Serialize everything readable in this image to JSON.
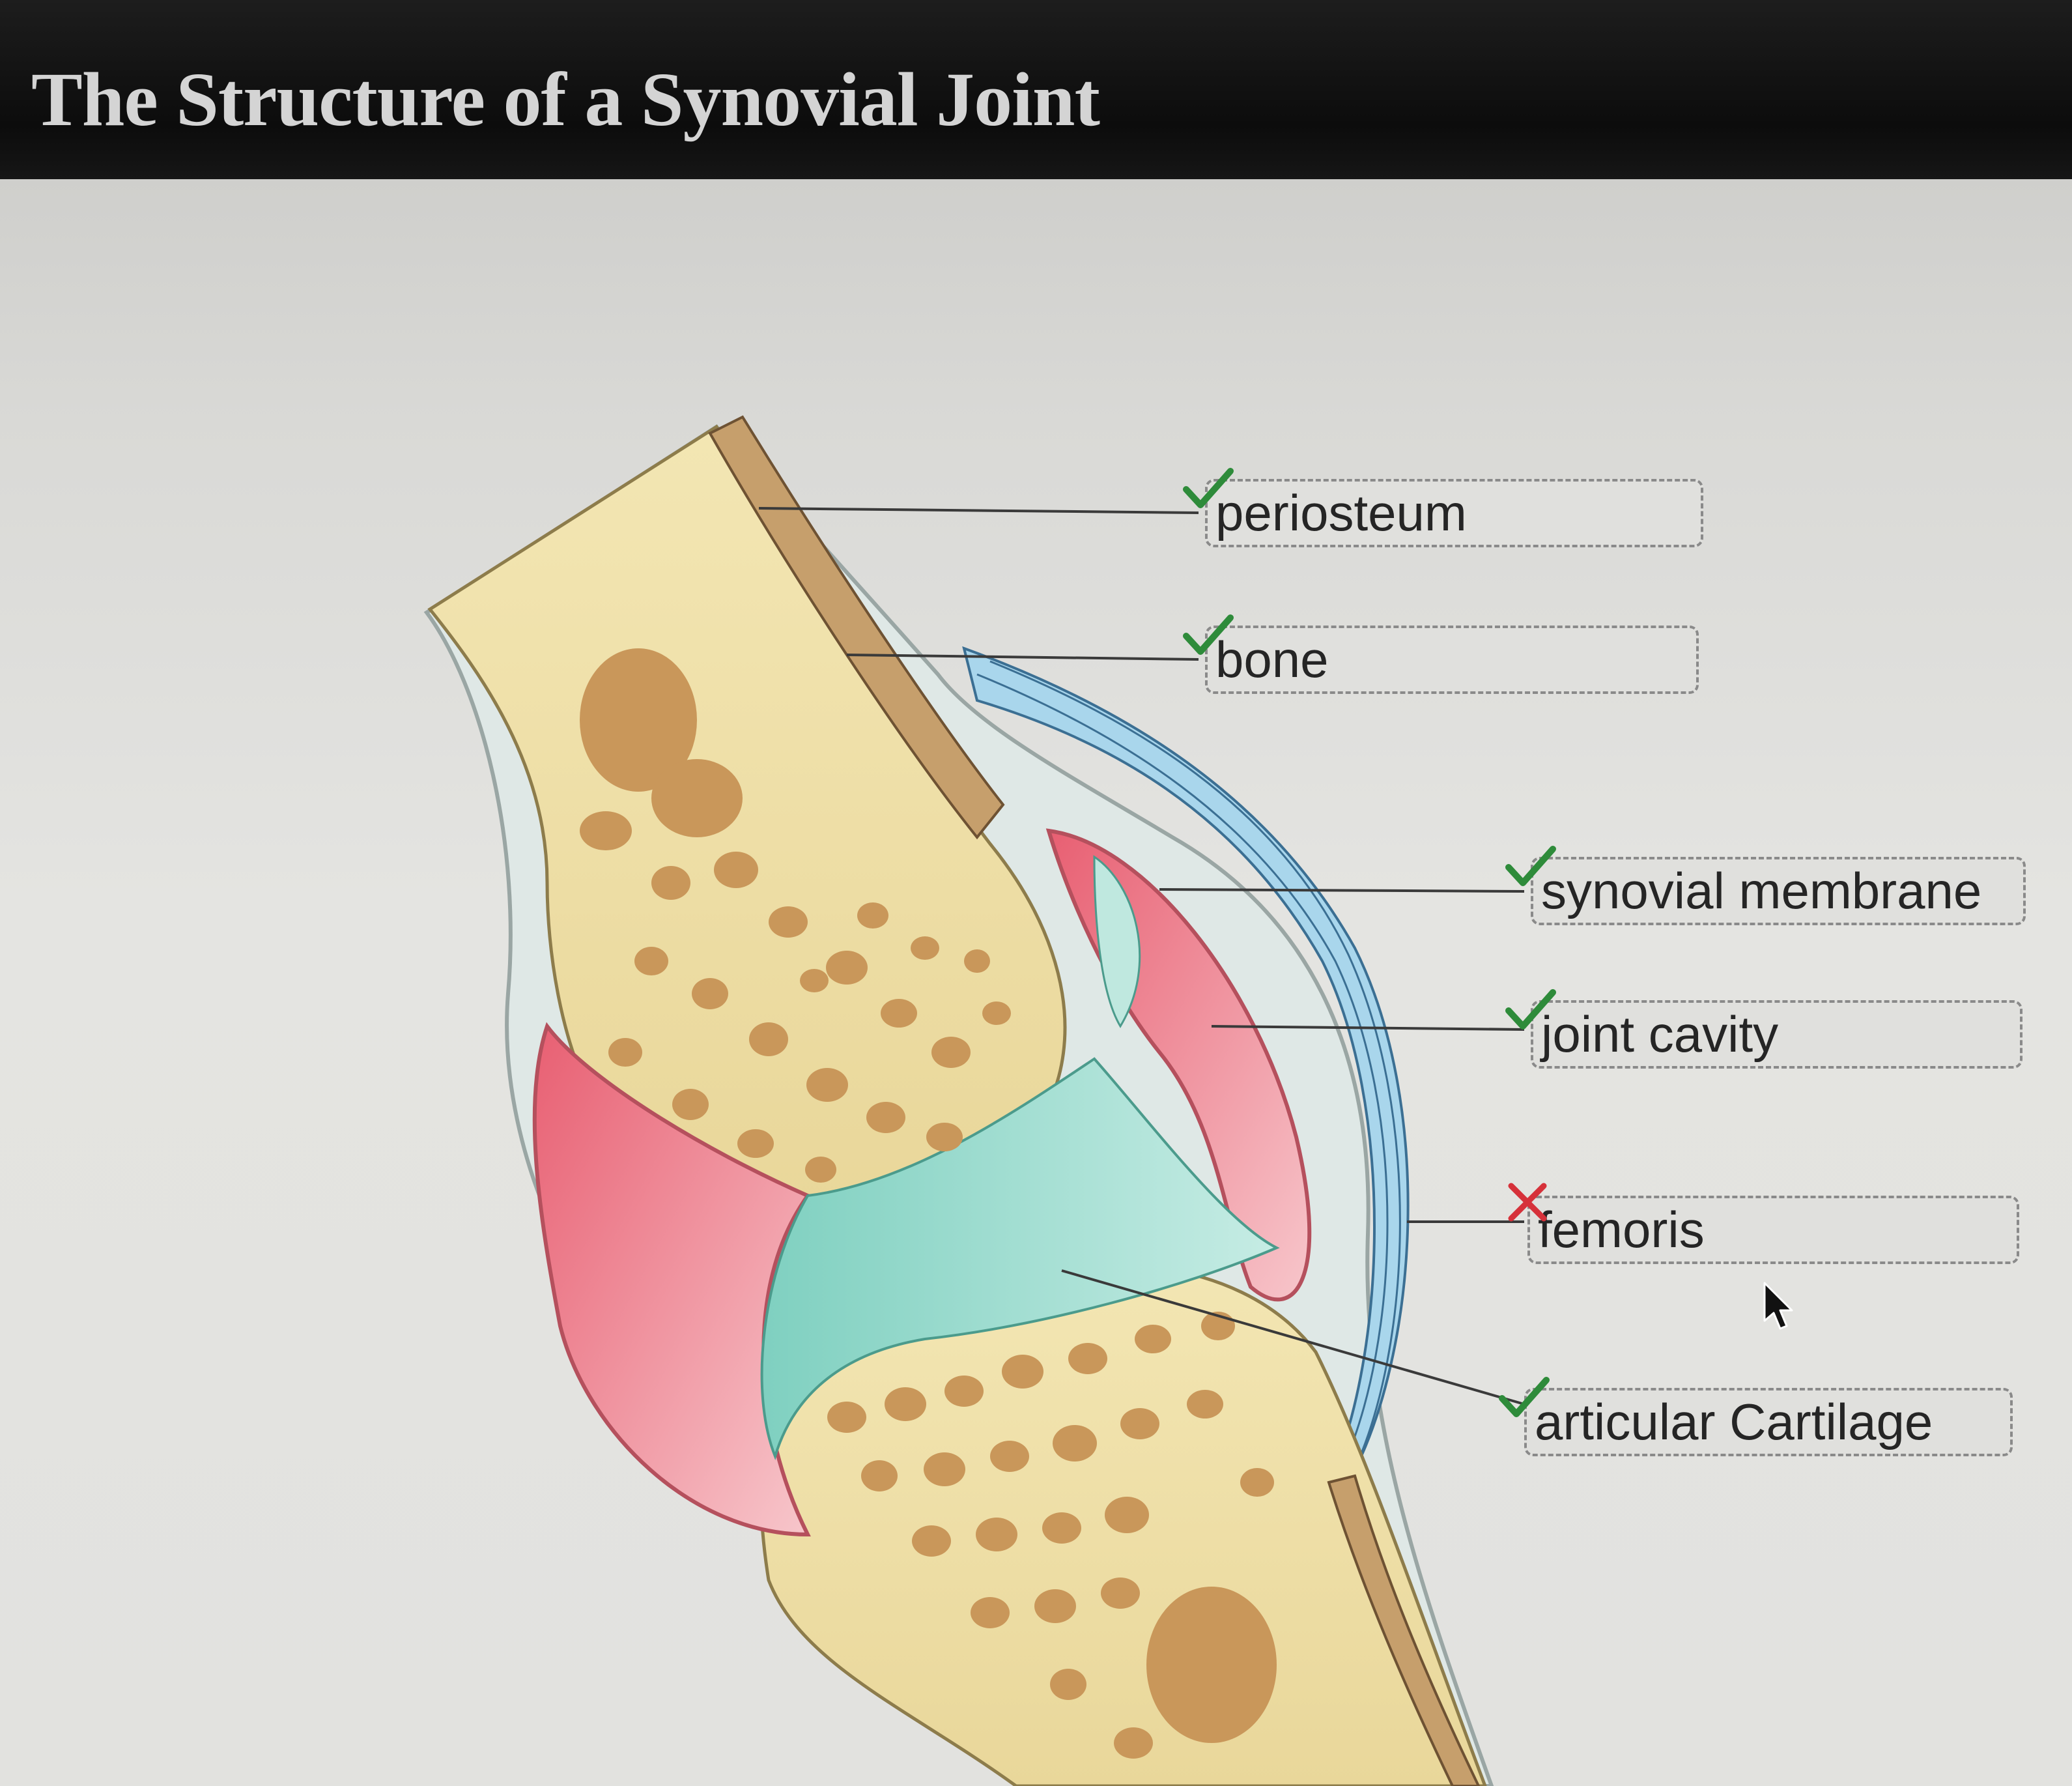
{
  "page": {
    "title": "The Structure of a Synovial Joint"
  },
  "labels": [
    {
      "text": "periosteum",
      "status": "correct",
      "status_icon": "checkmark-icon",
      "status_color": "#2e8b3a"
    },
    {
      "text": "bone",
      "status": "correct",
      "status_icon": "checkmark-icon",
      "status_color": "#2e8b3a"
    },
    {
      "text": "synovial membrane",
      "status": "correct",
      "status_icon": "checkmark-icon",
      "status_color": "#2e8b3a"
    },
    {
      "text": "joint cavity",
      "status": "correct",
      "status_icon": "checkmark-icon",
      "status_color": "#2e8b3a"
    },
    {
      "text": "femoris",
      "status": "incorrect",
      "status_icon": "cross-icon",
      "status_color": "#d6313a"
    },
    {
      "text": "articular Cartilage",
      "status": "correct",
      "status_icon": "checkmark-icon",
      "status_color": "#2e8b3a"
    }
  ],
  "colors": {
    "bone": "#eedfa6",
    "spongy_bone": "#c9975a",
    "cartilage": "#8fd6c8",
    "synovial_membrane": "#f4bcc0",
    "joint_cavity": "#e86b7c",
    "capsule": "#a9d6ec",
    "periosteum": "#c69f6c"
  }
}
